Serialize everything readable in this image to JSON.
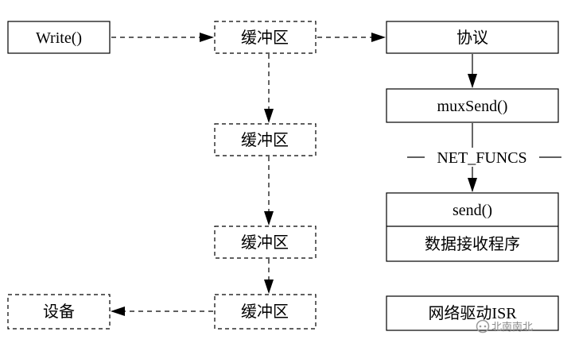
{
  "nodes": {
    "write": "Write()",
    "buffer_1": "缓冲区",
    "buffer_2": "缓冲区",
    "buffer_3": "缓冲区",
    "buffer_4": "缓冲区",
    "protocol": "协议",
    "mux_send": "muxSend()",
    "net_funcs": "NET_FUNCS",
    "send": "send()",
    "receive": "数据接收程序",
    "driver_isr": "网络驱动ISR",
    "device": "设备"
  },
  "watermark": "北南南北"
}
